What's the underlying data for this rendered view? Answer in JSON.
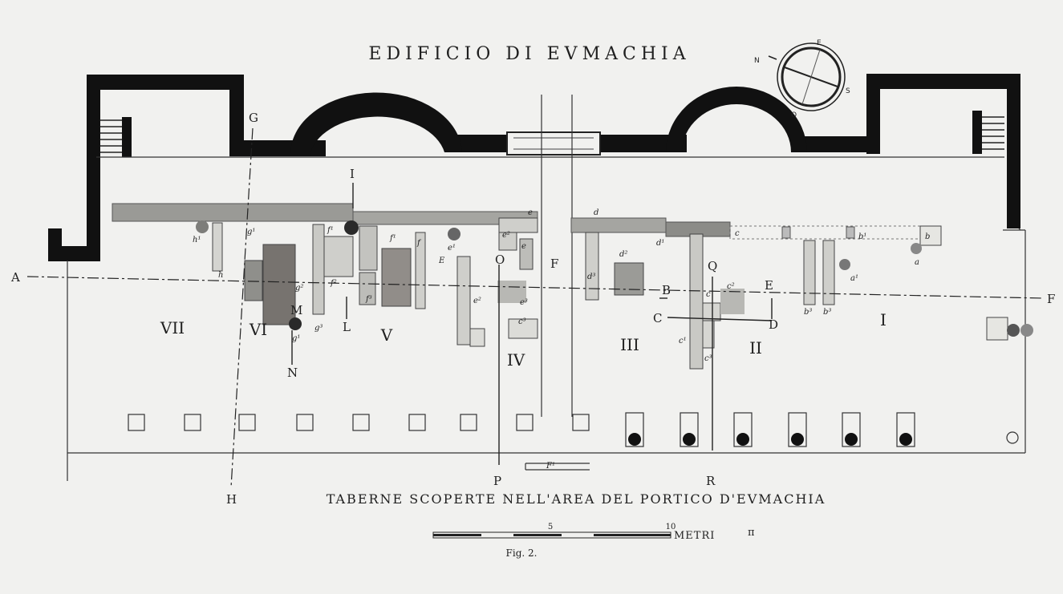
{
  "title": "EDIFICIO DI EVMACHIA",
  "caption": "TABERNE SCOPERTE NELL'AREA DEL PORTICO D'EVMACHIA",
  "figure_label": "Fig. 2.",
  "scale_bar": {
    "tick_mid": "5",
    "tick_end": "10",
    "unit": "METRI",
    "monogram": "π"
  },
  "compass": {
    "n": "N",
    "e": "E",
    "s": "S",
    "o": "O"
  },
  "rooms": {
    "r7": "VII",
    "r6": "VI",
    "r5": "V",
    "r4": "IV",
    "r3": "III",
    "r2": "II",
    "r1": "I"
  },
  "section_lines": {
    "a": "A",
    "f_right": "F",
    "g": "G",
    "h": "H",
    "i": "I",
    "n": "N",
    "l": "L",
    "m": "M",
    "o": "O",
    "p": "P",
    "f_mid": "F",
    "q": "Q",
    "r": "R",
    "b": "B",
    "c": "C",
    "e": "E",
    "d": "D"
  },
  "small_labels": {
    "e_top": "e",
    "d_top": "d",
    "c_right": "c",
    "b1": "b¹",
    "b": "b",
    "a_lower": "a",
    "a1": "a¹",
    "h1": "h¹",
    "g1a": "g¹",
    "g2": "g²",
    "g1b": "g¹",
    "g3": "g³",
    "h": "h",
    "f1a": "f¹",
    "f1b": "f¹",
    "f2": "f²",
    "f3": "f³",
    "f_lower": "f",
    "e_mid": "E",
    "e1": "e¹",
    "e2a": "e²",
    "e2b": "e²",
    "e3": "e³",
    "e_small": "e",
    "c3a": "c³",
    "c3b": "c³",
    "c2a": "c²",
    "c1": "c¹",
    "c_small": "c",
    "d2": "d²",
    "d1": "d¹",
    "d3": "d³",
    "b3a": "b³",
    "b3b": "b³",
    "fl": "F¹"
  }
}
